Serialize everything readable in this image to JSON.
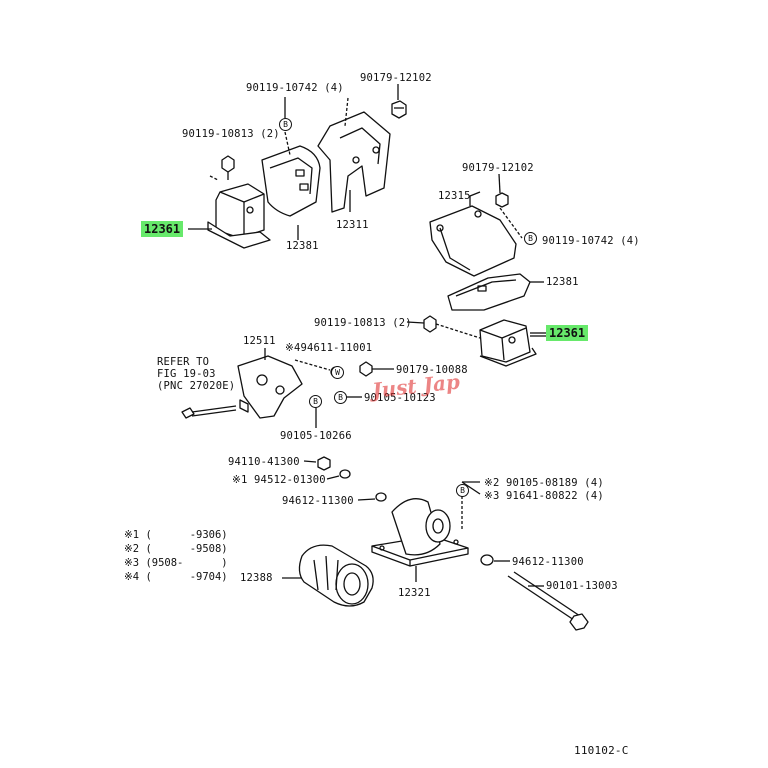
{
  "colors": {
    "highlight": "#67e96b",
    "ink": "#111111",
    "watermark": "#dd2222"
  },
  "watermark": "Just Jap",
  "figure_code": "110102-C",
  "refer": {
    "line1": "REFER TO",
    "line2": "FIG 19-03",
    "line3": "(PNC 27020E)"
  },
  "labels": {
    "b90119_10742_top": "90119-10742 (4)",
    "b90179_12102_top": "90179-12102",
    "b90119_10813_top": "90119-10813 (2)",
    "p12361_left": "12361",
    "p12381_left": "12381",
    "p12311": "12311",
    "b90179_12102_r": "90179-12102",
    "p12315": "12315",
    "b90119_10742_r": "90119-10742 (4)",
    "p12381_right": "12381",
    "b90119_10813_mid": "90119-10813 (2)",
    "p12361_right": "12361",
    "p12511": "12511",
    "s494611": "※494611-11001",
    "b90179_10088": "90179-10088",
    "b90105_10123": "90105-10123",
    "b90105_10266": "90105-10266",
    "b94110_41300": "94110-41300",
    "s194512": "※1 94512-01300",
    "s290105": "※2 90105-08189 (4)",
    "s391641": "※3 91641-80822 (4)",
    "b94612_left": "94612-11300",
    "b94612_right": "94612-11300",
    "b90101_13003": "90101-13003",
    "p12388": "12388",
    "p12321": "12321"
  },
  "circle_b": "B",
  "circle_w": "W",
  "legend": [
    "※1 (      -9306)",
    "※2 (      -9508)",
    "※3 (9508-      )",
    "※4 (      -9704)"
  ]
}
